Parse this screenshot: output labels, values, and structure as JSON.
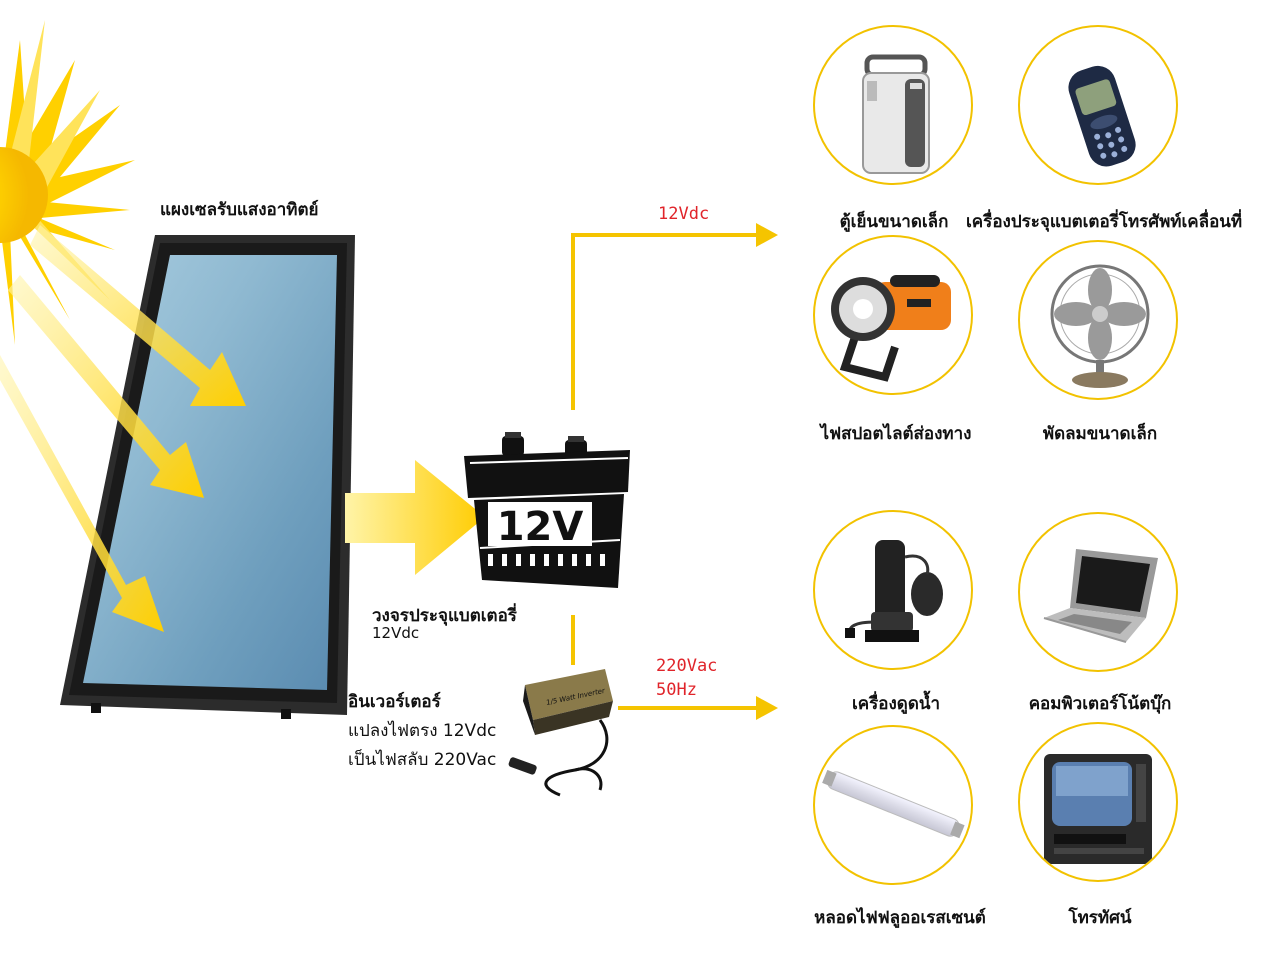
{
  "solar_panel_label": "แผงเซลรับแสงอาทิตย์",
  "charger_label": "วงจรประจุแบตเตอรี่",
  "charger_voltage": "12Vdc",
  "battery_text": "12V",
  "inverter_label": {
    "line1": "อินเวอร์เตอร์",
    "line2": "แปลงไฟตรง 12Vdc",
    "line3": "เป็นไฟสลับ 220Vac"
  },
  "inverter_device_text": "1/5 Watt Inverter",
  "dc_output": "12Vdc",
  "ac_output": {
    "line1": "220Vac",
    "line2": "50Hz"
  },
  "dc_devices": [
    {
      "label": "ตู้เย็นขนาดเล็ก",
      "icon": "mini-fridge-icon"
    },
    {
      "label": "เครื่องประจุแบตเตอรี่โทรศัพท์เคลื่อนที่",
      "icon": "mobile-phone-icon"
    },
    {
      "label": "ไฟสปอตไลต์ส่องทาง",
      "icon": "spotlight-icon"
    },
    {
      "label": "พัดลมขนาดเล็ก",
      "icon": "fan-icon"
    }
  ],
  "ac_devices": [
    {
      "label": "เครื่องดูดน้ำ",
      "icon": "water-pump-icon"
    },
    {
      "label": "คอมพิวเตอร์โน้ตบุ๊ก",
      "icon": "laptop-icon"
    },
    {
      "label": "หลอดไฟฟลูออเรสเซนต์",
      "icon": "fluorescent-lamp-icon"
    },
    {
      "label": "โทรทัศน์",
      "icon": "television-icon"
    }
  ],
  "colors": {
    "accent_yellow": "#f5c400",
    "label_red": "#e0242a",
    "circle_border": "#f2c200"
  }
}
